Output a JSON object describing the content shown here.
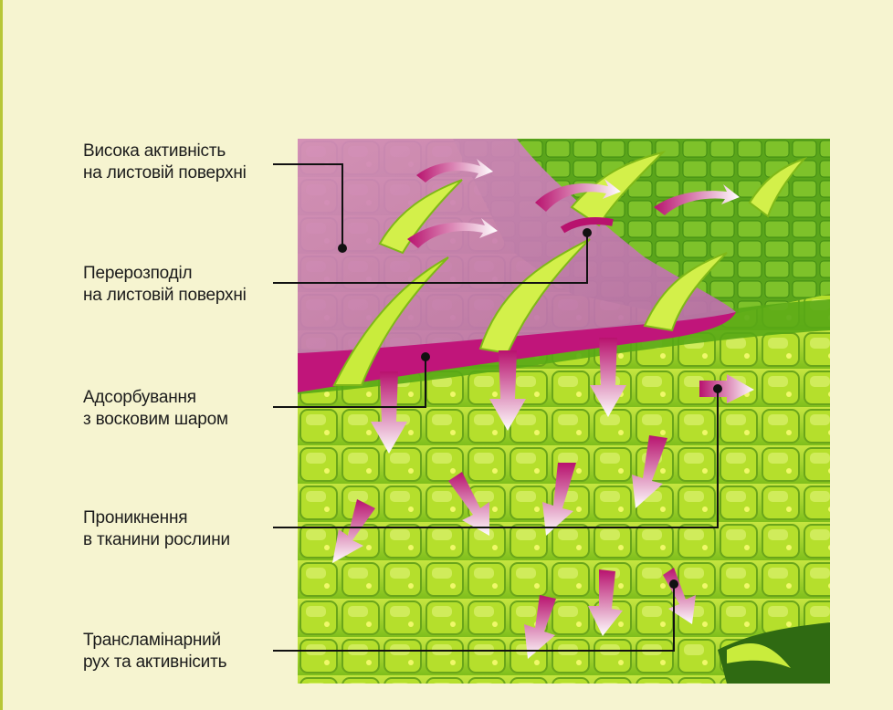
{
  "labels": [
    {
      "line1": "Висока активність",
      "line2": "на листовій поверхні"
    },
    {
      "line1": "Перерозподіл",
      "line2": "на листовій поверхні"
    },
    {
      "line1": "Адсорбування",
      "line2": "з восковим шаром"
    },
    {
      "line1": "Проникнення",
      "line2": "в тканини рослини"
    },
    {
      "line1": "Трансламінарний",
      "line2": "рух та активнісить"
    }
  ],
  "colors": {
    "background": "#f6f4d0",
    "border": "#b7c637",
    "magenta": "#b8126e",
    "leaf_green": "#9fd31a",
    "dark_green": "#3a7d12"
  }
}
